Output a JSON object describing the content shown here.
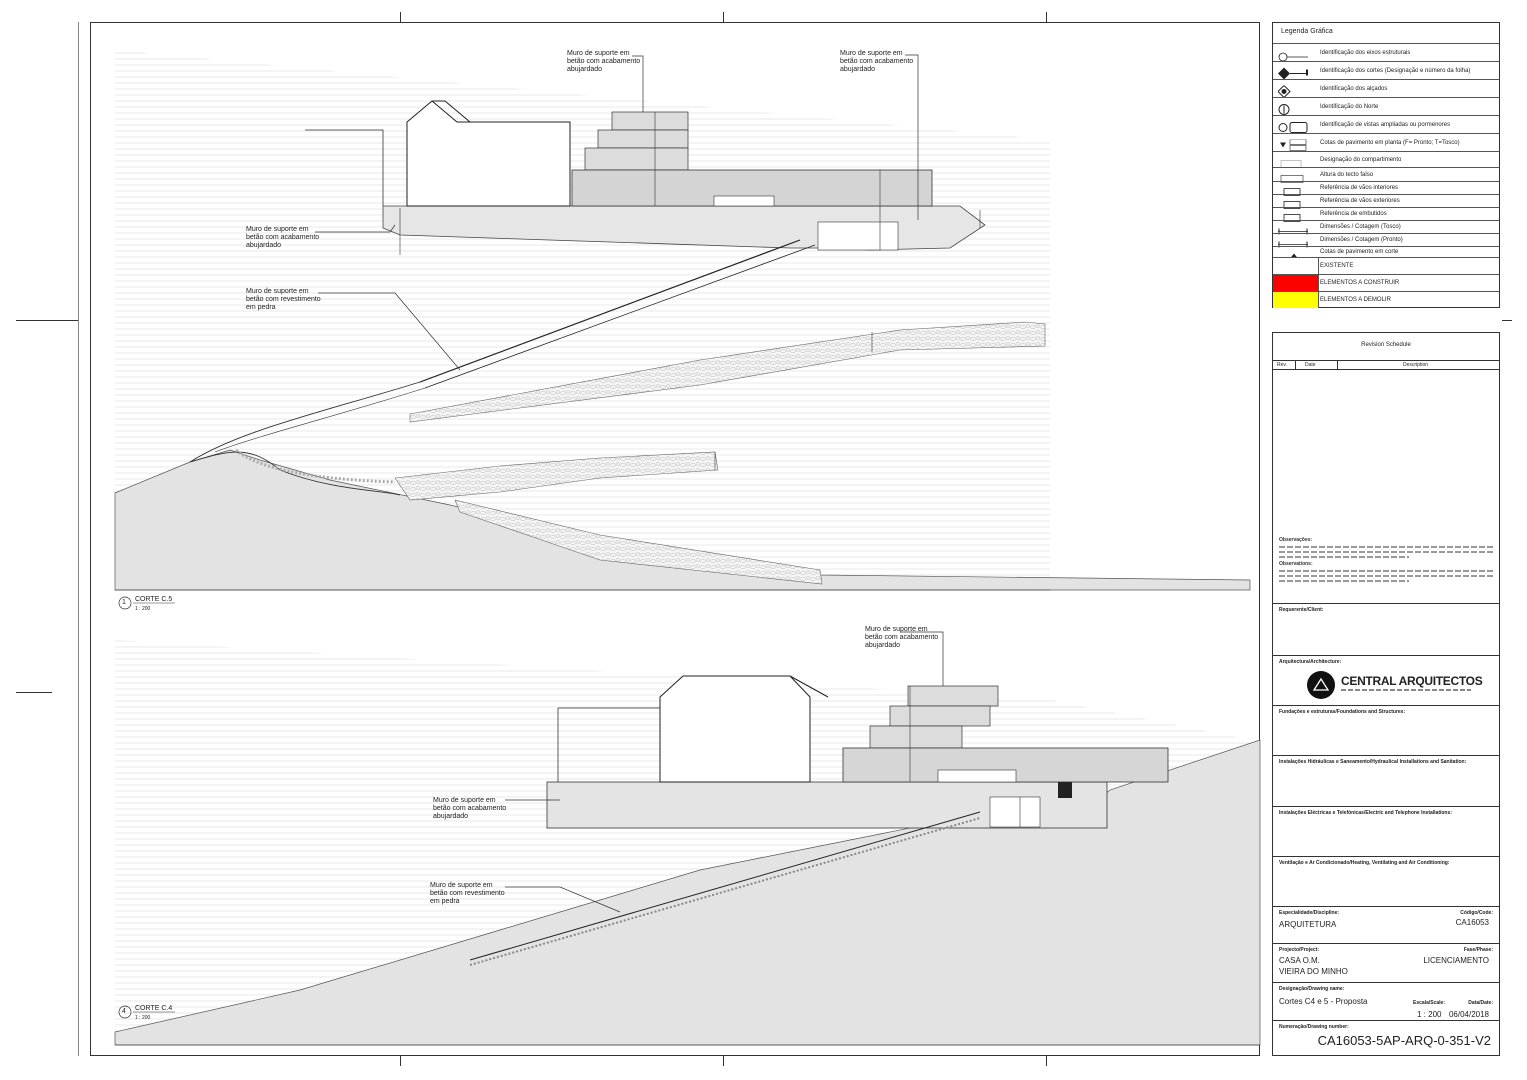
{
  "sections": [
    {
      "number": "1",
      "title": "CORTE C.5",
      "scale": "1 : 200",
      "annotations": [
        {
          "id": "s1-top-left",
          "text": "Muro de suporte em\nbetão com acabamento\nabujardado"
        },
        {
          "id": "s1-top-right",
          "text": "Muro de suporte em\nbetão com acabamento\nabujardado"
        },
        {
          "id": "s1-left-1",
          "text": "Muro de suporte em\nbetão com acabamento\nabujardado"
        },
        {
          "id": "s1-left-2",
          "text": "Muro de suporte em\nbetão com revestimento\nem pedra"
        }
      ]
    },
    {
      "number": "4",
      "title": "CORTE C.4",
      "scale": "1 : 200",
      "annotations": [
        {
          "id": "s2-top",
          "text": "Muro de suporte em\nbetão com acabamento\nabujardado"
        },
        {
          "id": "s2-mid",
          "text": "Muro de suporte em\nbetão com acabamento\nabujardado"
        },
        {
          "id": "s2-low",
          "text": "Muro de suporte em\nbetão com revestimento\nem pedra"
        }
      ]
    }
  ],
  "legend": {
    "title": "Legenda Gráfica",
    "items": [
      "Identificação dos eixos estruturais",
      "Identificação dos cortes (Designação e número da folha)",
      "Identificação dos alçados",
      "Identificação do Norte",
      "Identificação de vistas ampliadas ou pormenores",
      "Cotas de pavimento em planta (F= Pronto; T=Tosco)",
      "Designação do compartimento",
      "Altura do tecto falso",
      "Referência de vãos interiores",
      "Referência de vãos exteriores",
      "Referência de embutidos",
      "Dimensões / Cotagem (Tosco)",
      "Dimensões / Cotagem (Pronto)",
      "Cotas de pavimento em corte"
    ],
    "swatches": [
      {
        "label": "EXISTENTE",
        "color": "#ffffff"
      },
      {
        "label": "ELEMENTOS A CONSTRUIR",
        "color": "#ff0000"
      },
      {
        "label": "ELEMENTOS A DEMOLIR",
        "color": "#ffff00"
      }
    ]
  },
  "revision": {
    "title": "Revision Schedule",
    "col_rev": "Rev.",
    "col_date": "Date",
    "col_desc": "Description"
  },
  "titleblock": {
    "obs_title": "Observações:",
    "obs_title2": "Observations:",
    "client_label": "Requerente/Client:",
    "arch_label": "Arquitectura/Architecture:",
    "company": "CENTRAL ARQUITECTOS",
    "found_label": "Fundações e estruturas/Foundations and Structures:",
    "hydr_label": "Instalações Hidráulicas e Saneamento/Hydraulical Installations and Sanitation:",
    "elec_label": "Instalações Eléctricas e Telefónicas/Electric and Telephone Installations:",
    "hvac_label": "Ventilação e Ar Condicionado/Heating, Ventilating and Air Conditioning:",
    "spec_label": "Especialidade/Discipline:",
    "spec_value": "ARQUITETURA",
    "code_label": "Código/Code:",
    "code_value": "CA16053",
    "proj_label": "Projecto/Project:",
    "proj_value1": "CASA O.M.",
    "proj_value2": "VIEIRA DO MINHO",
    "phase_label": "Fase/Phase:",
    "phase_value": "LICENCIAMENTO",
    "drawing_label": "Designação/Drawing name:",
    "drawing_value": "Cortes C4 e 5 - Proposta",
    "scale_label": "Escala/Scale:",
    "scale_value": "1 : 200",
    "date_label": "Data/Date:",
    "date_value": "06/04/2018",
    "number_label": "Numeração/Drawing number:",
    "number_value": "CA16053-5AP-ARQ-0-351-V2"
  }
}
